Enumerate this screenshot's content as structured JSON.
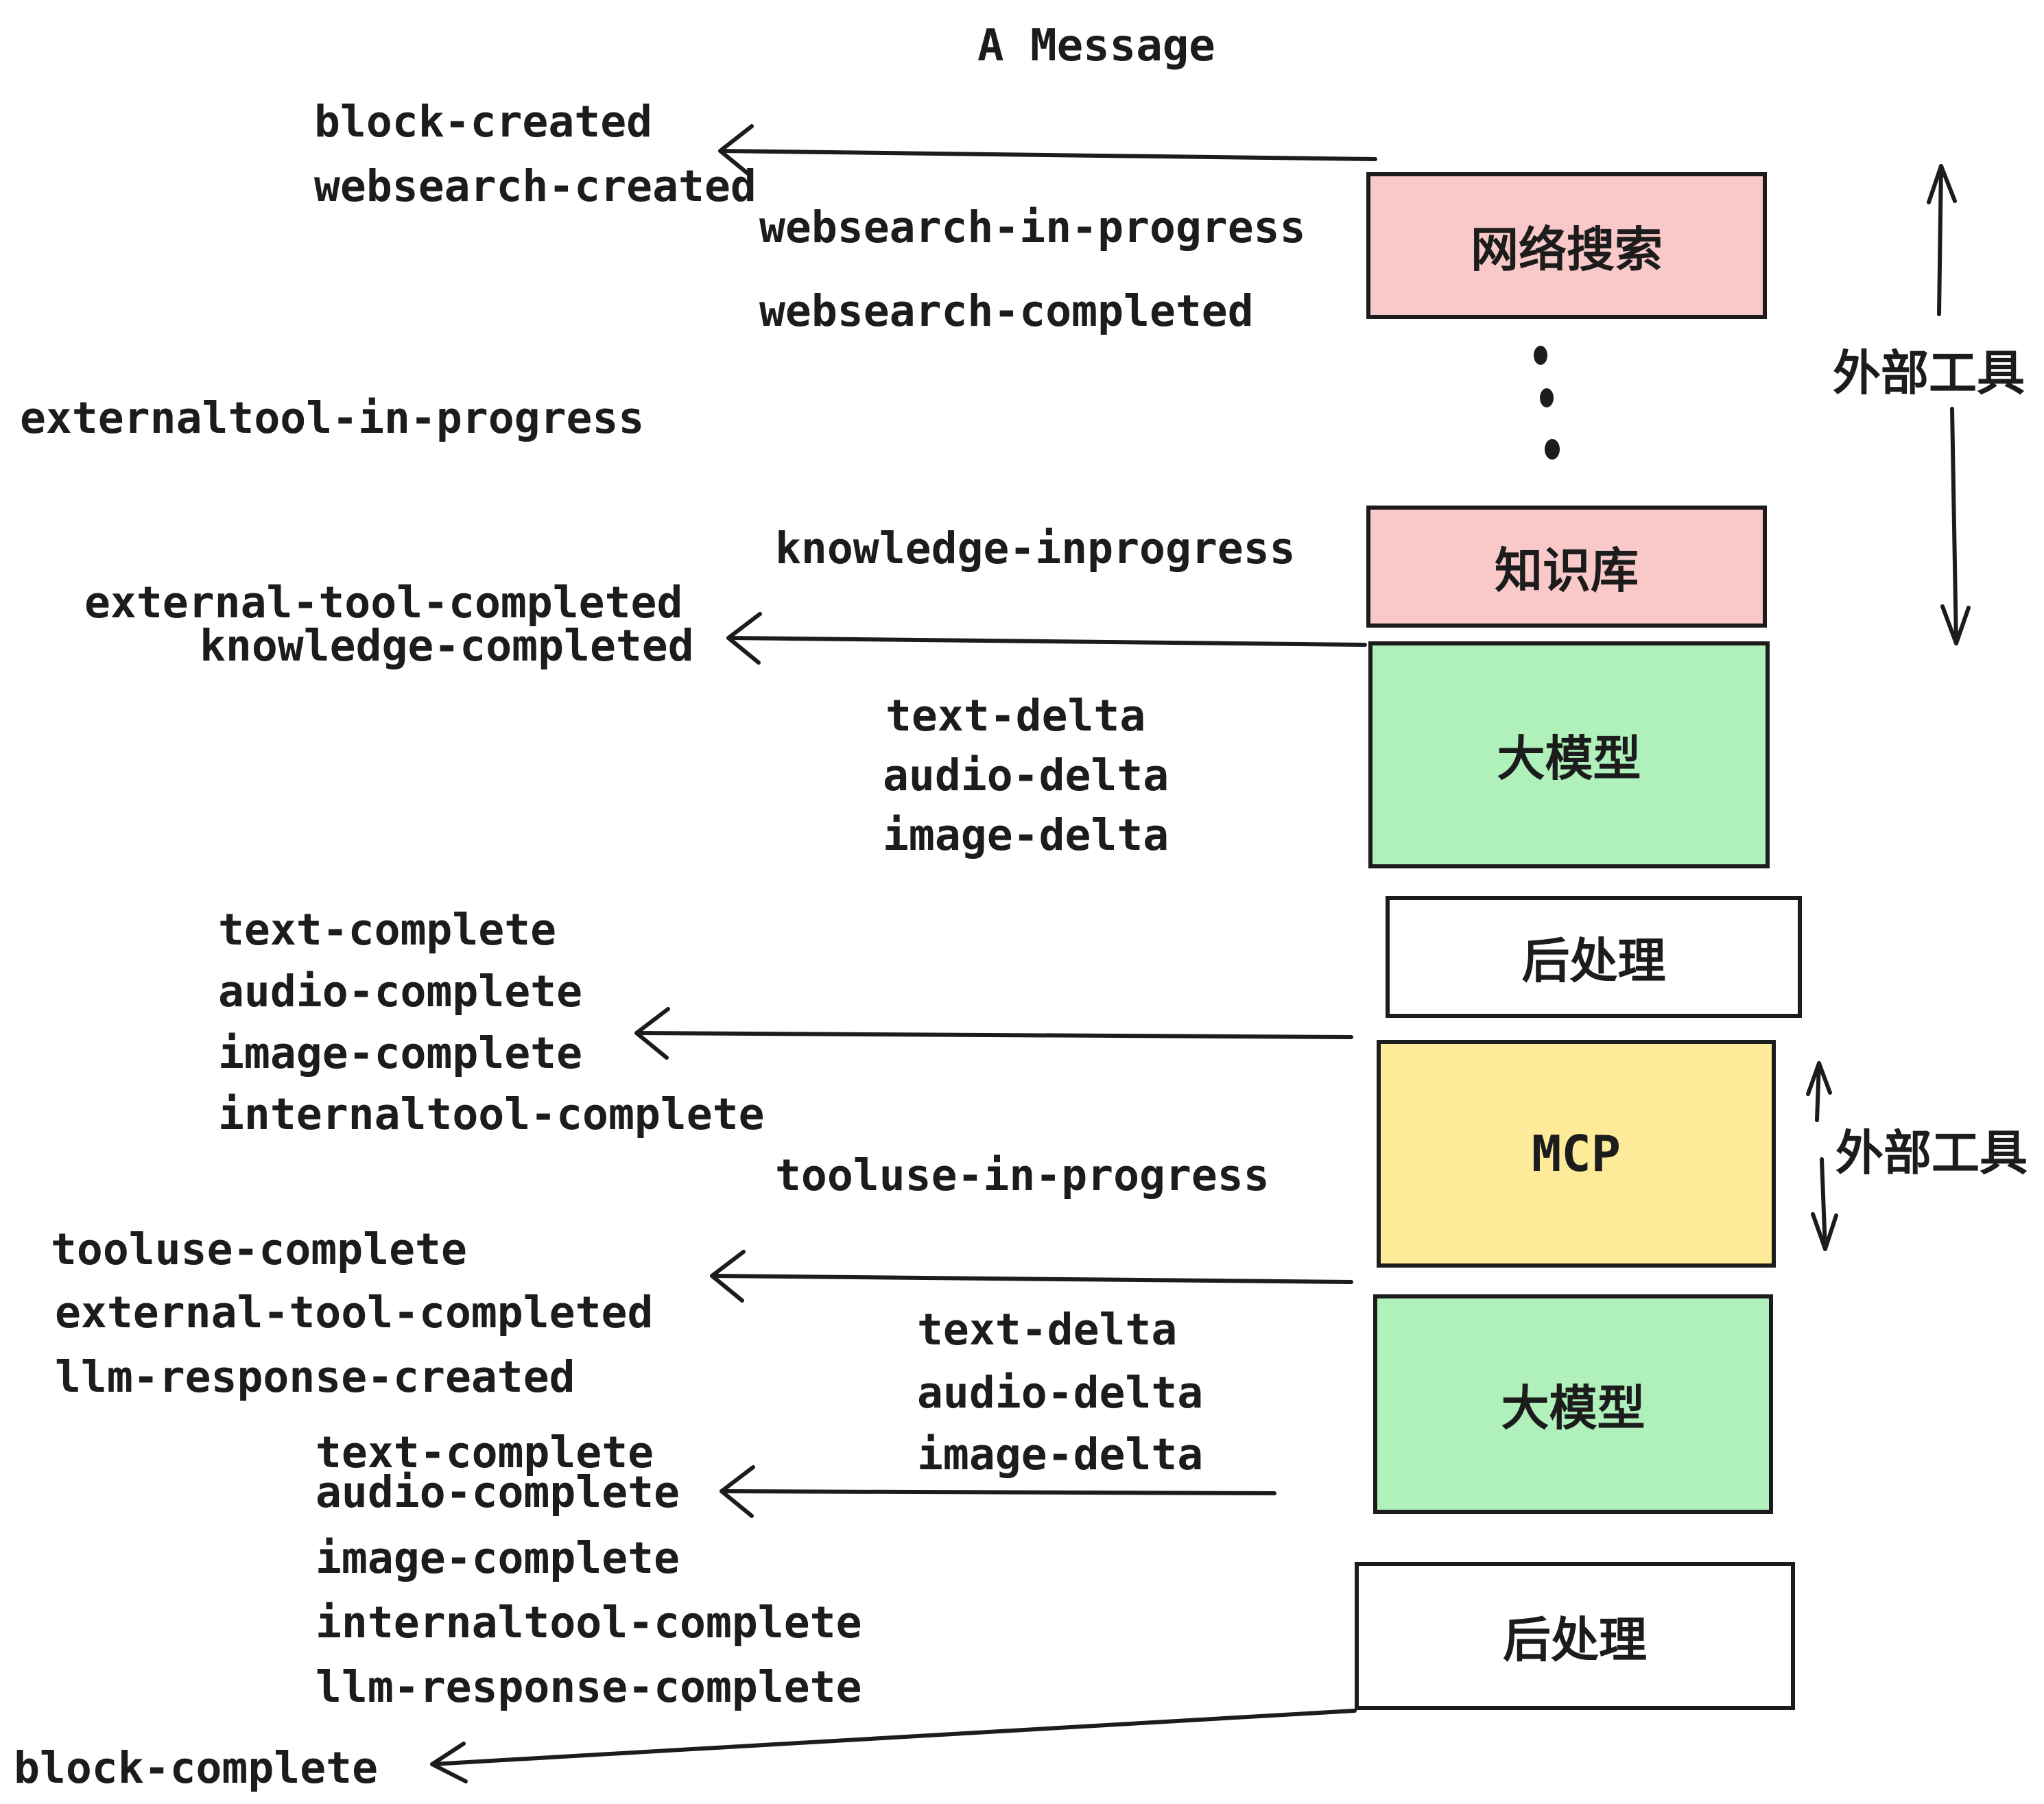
{
  "title": "A Message",
  "colors": {
    "pink": "#f9c8c8",
    "green": "#aff0bb",
    "yellow": "#fdeb9a",
    "box_white": "#ffffff",
    "ink": "#1c1c1c",
    "bg": "#ffffff"
  },
  "events": {
    "block_created": "block-created",
    "websearch_created": "websearch-created",
    "websearch_in_progress": "websearch-in-progress",
    "websearch_completed": "websearch-completed",
    "externaltool_in_progress": "externaltool-in-progress",
    "external_tool_completed_1": "external-tool-completed",
    "knowledge_completed": "knowledge-completed",
    "knowledge_inprogress": "knowledge-inprogress",
    "text_delta_1": "text-delta",
    "audio_delta_1": "audio-delta",
    "image_delta_1": "image-delta",
    "text_complete_1": "text-complete",
    "audio_complete_1": "audio-complete",
    "image_complete_1": "image-complete",
    "internaltool_complete_1": "internaltool-complete",
    "tooluse_in_progress": "tooluse-in-progress",
    "tooluse_complete": "tooluse-complete",
    "external_tool_completed_2": "external-tool-completed",
    "llm_response_created": "llm-response-created",
    "text_complete_2": "text-complete",
    "audio_complete_2": "audio-complete",
    "image_complete_2": "image-complete",
    "internaltool_complete_2": "internaltool-complete",
    "llm_response_complete": "llm-response-complete",
    "block_complete": "block-complete"
  },
  "boxes": {
    "websearch": "网络搜索",
    "knowledge": "知识库",
    "llm_1": "大模型",
    "post_1": "后处理",
    "mcp": "MCP",
    "llm_2": "大模型",
    "post_2": "后处理"
  },
  "annotations": {
    "external_tools_1": "外部工具",
    "external_tools_2": "外部工具"
  }
}
